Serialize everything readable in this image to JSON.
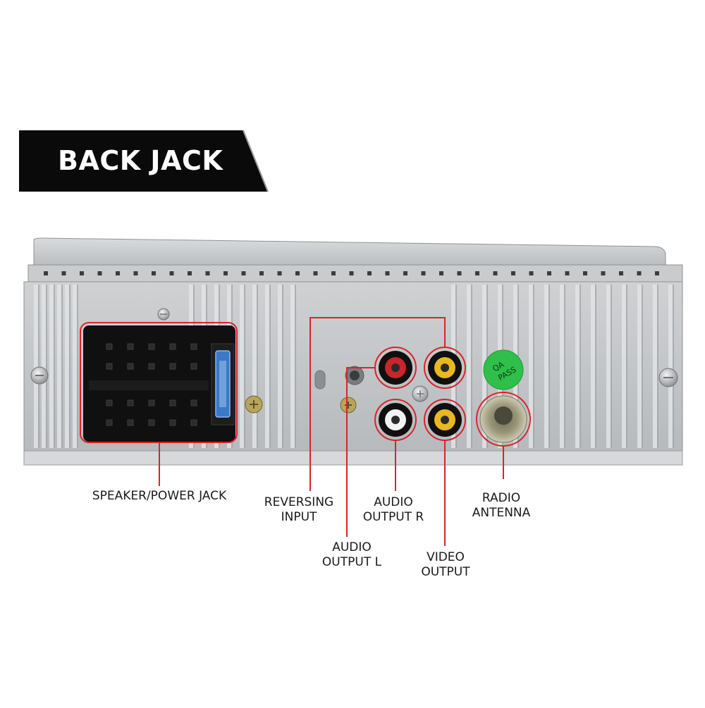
{
  "banner": {
    "title": "BACK JACK"
  },
  "labels": {
    "speaker_power": [
      "SPEAKER/POWER JACK"
    ],
    "reversing_input": [
      "REVERSING",
      "INPUT"
    ],
    "audio_output_l": [
      "AUDIO",
      "OUTPUT L"
    ],
    "audio_output_r": [
      "AUDIO",
      "OUTPUT R"
    ],
    "video_output": [
      "VIDEO",
      "OUTPUT"
    ],
    "radio_antenna": [
      "RADIO",
      "ANTENNA"
    ]
  },
  "sticker": {
    "line1": "QA",
    "line2": "PASS"
  },
  "colors": {
    "callout": "#d8242a",
    "banner": "#0a0a0a",
    "chassis": "#c4c6c8",
    "rca_red": "#c8252c",
    "rca_yellow": "#e8b820",
    "rca_white": "#f2f2f2",
    "sticker_green": "#2fbf4a",
    "fuse_blue": "#3a78c8"
  }
}
